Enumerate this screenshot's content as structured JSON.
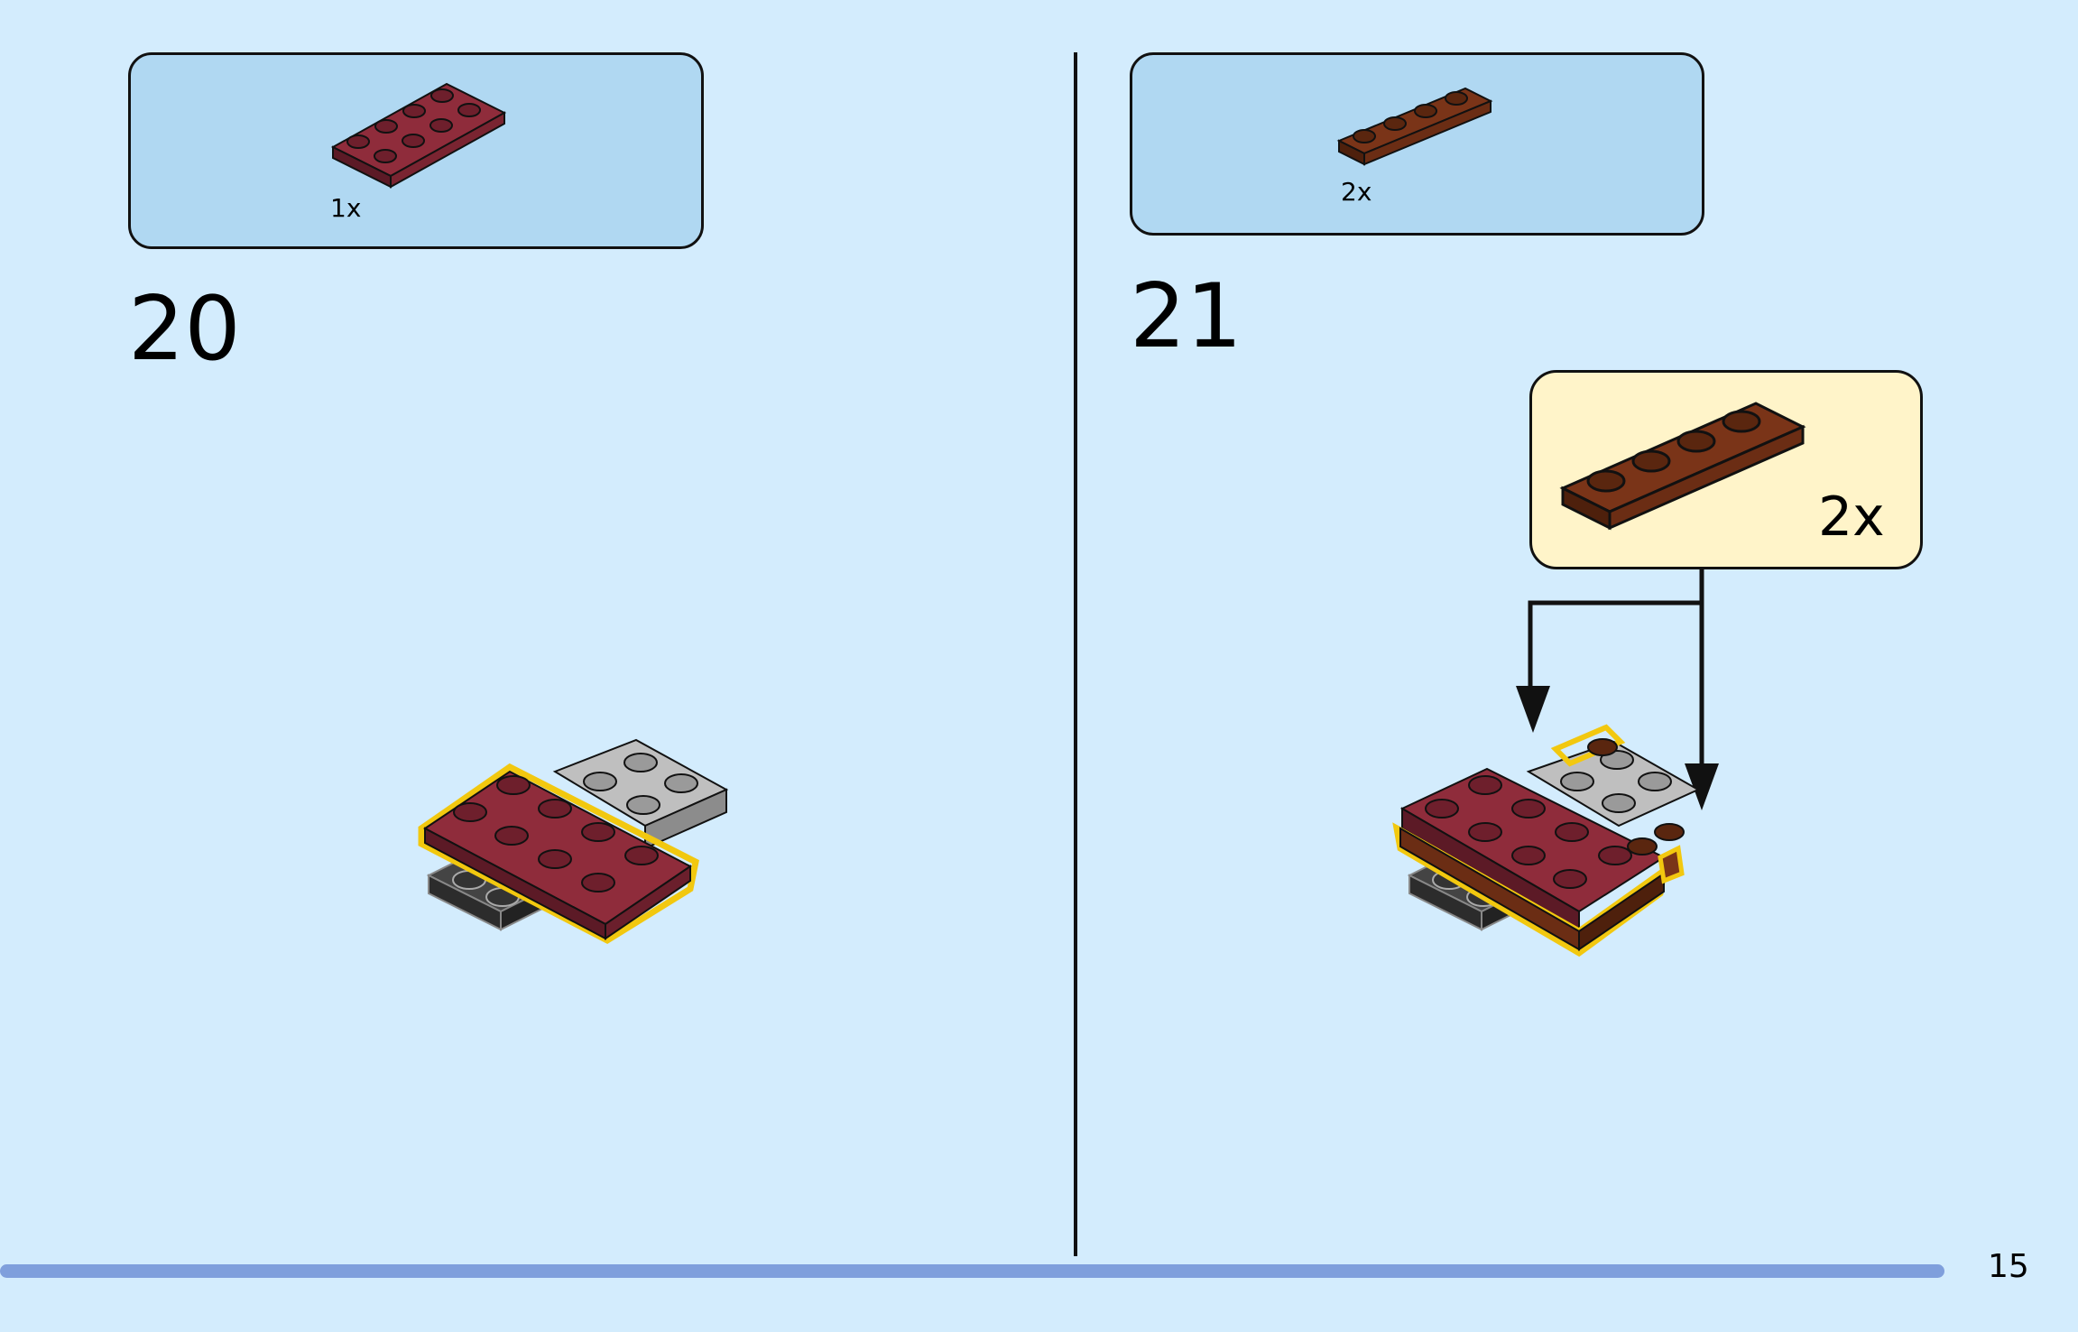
{
  "steps": [
    {
      "number": "20",
      "parts": [
        {
          "quantity": "1x",
          "part": "2x4 plate",
          "color": "#7a2431"
        }
      ]
    },
    {
      "number": "21",
      "parts": [
        {
          "quantity": "2x",
          "part": "1x4 plate",
          "color": "#6b2d14"
        }
      ],
      "callout": {
        "quantity": "2x",
        "part": "1x4 plate"
      }
    }
  ],
  "page_number": "15",
  "colors": {
    "background": "#d3ecfd",
    "parts_box": "#b0d8f2",
    "callout_box": "#fff4c9",
    "highlight": "#f2c80f",
    "progress_bar": "#7f9fdc",
    "dark_red": "#7a2431",
    "reddish_brown": "#6b2d14",
    "light_gray": "#b5b5b5",
    "dark_gray": "#3a3a3a"
  },
  "icons": [
    "plate-2x4-icon",
    "plate-1x4-icon",
    "arrow-down-icon"
  ]
}
